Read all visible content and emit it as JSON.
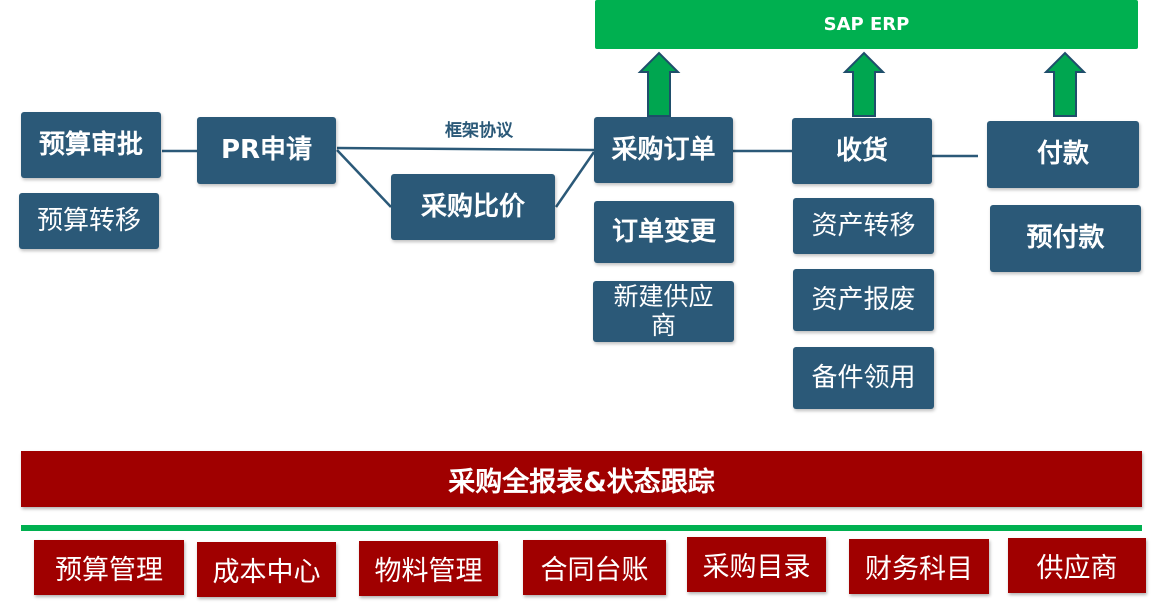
{
  "colors": {
    "node": "#2b5978",
    "erp": "#00b050",
    "report": "#a00000",
    "arrow": "#00a650"
  },
  "erp": {
    "label": "SAP ERP"
  },
  "flow": {
    "budget_approval": "预算审批",
    "budget_transfer": "预算转移",
    "pr_request": "PR申请",
    "framework_agreement": "框架协议",
    "price_compare": "采购比价",
    "purchase_order": "采购订单",
    "order_change": "订单变更",
    "new_supplier": "新建供应商",
    "receiving": "收货",
    "asset_transfer": "资产转移",
    "asset_scrap": "资产报废",
    "spare_parts": "备件领用",
    "payment": "付款",
    "prepayment": "预付款"
  },
  "report_banner": {
    "label": "采购全报表&状态跟踪"
  },
  "master_data": [
    "预算管理",
    "成本中心",
    "物料管理",
    "合同台账",
    "采购目录",
    "财务科目",
    "供应商"
  ]
}
